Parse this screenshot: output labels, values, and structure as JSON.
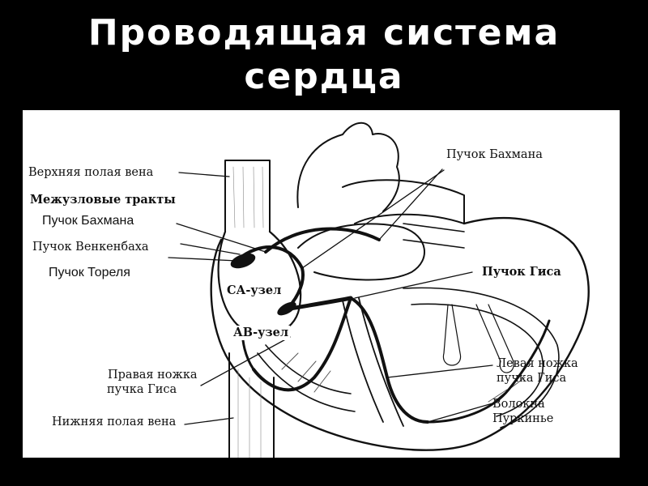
{
  "slide": {
    "title_line1": "Проводящая  система",
    "title_line2": "сердца"
  },
  "labels": {
    "svc": "Верхняя полая вена",
    "internodal": "Межузловые тракты",
    "bachmann_left": "Пучок Бахмана",
    "wenckebach": "Пучок Венкенбаха",
    "thorel": "Пучок Тореля",
    "sa_node": "СА-узел",
    "av_node": "АВ-узел",
    "right_bundle_line1": "Правая ножка",
    "right_bundle_line2": "пучка Гиса",
    "ivc": "Нижняя полая вена",
    "bachmann_right": "Пучок Бахмана",
    "his": "Пучок Гиса",
    "left_bundle_line1": "Левая ножка",
    "left_bundle_line2": "пучка Гиса",
    "purkinje_line1": "Волокна",
    "purkinje_line2": "Пуркинье"
  },
  "colors": {
    "background": "#000000",
    "figure_background": "#ffffff",
    "title": "#ffffff",
    "ink": "#111111"
  }
}
